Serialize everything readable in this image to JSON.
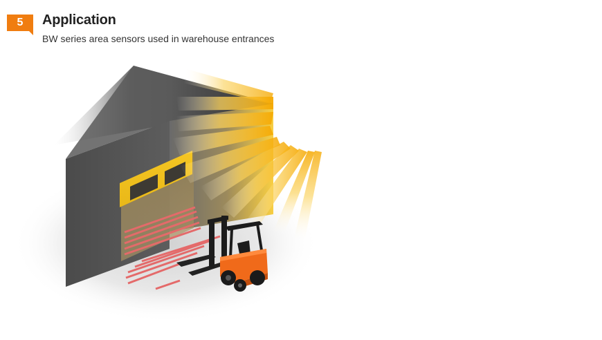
{
  "header": {
    "step_number": "5",
    "title": "Application",
    "subtitle": "BW series area sensors used in warehouse entrances"
  },
  "colors": {
    "accent_orange": "#f07d10",
    "door_yellow": "#f3c21f",
    "light_yellow": "#f8b500",
    "sensor_red": "#e05a5a",
    "building_gray": "#555555",
    "forklift_orange": "#f06a1a"
  },
  "illustration": {
    "icon": "warehouse-forklift-sensor-illustration"
  }
}
